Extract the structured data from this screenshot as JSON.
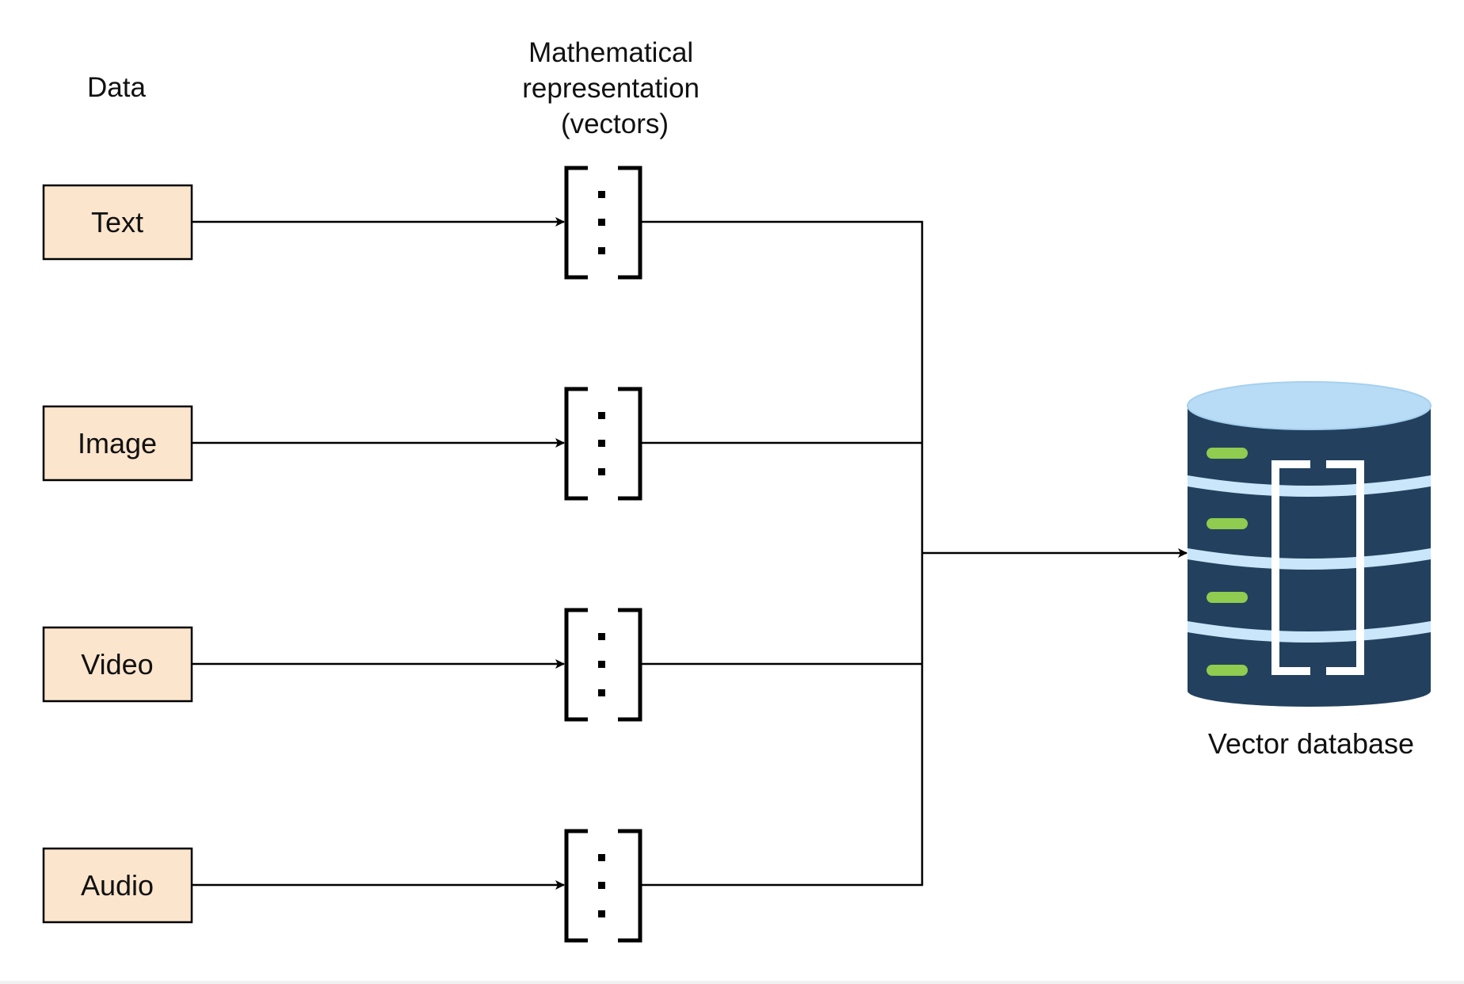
{
  "headers": {
    "data": "Data",
    "vectors": [
      "Mathematical",
      "representation",
      "(vectors)"
    ]
  },
  "inputs": [
    {
      "label": "Text"
    },
    {
      "label": "Image"
    },
    {
      "label": "Video"
    },
    {
      "label": "Audio"
    }
  ],
  "database": {
    "label": "Vector database"
  },
  "colors": {
    "input_fill": "#fce5cd",
    "stroke": "#000000",
    "db_body": "#23415e",
    "db_top": "#b8dcf5",
    "db_band": "#c9e6fa",
    "db_led": "#8fcc4f",
    "db_bracket": "#ffffff"
  },
  "icons": {
    "vector": "vector-bracket-icon",
    "database": "database-icon"
  }
}
